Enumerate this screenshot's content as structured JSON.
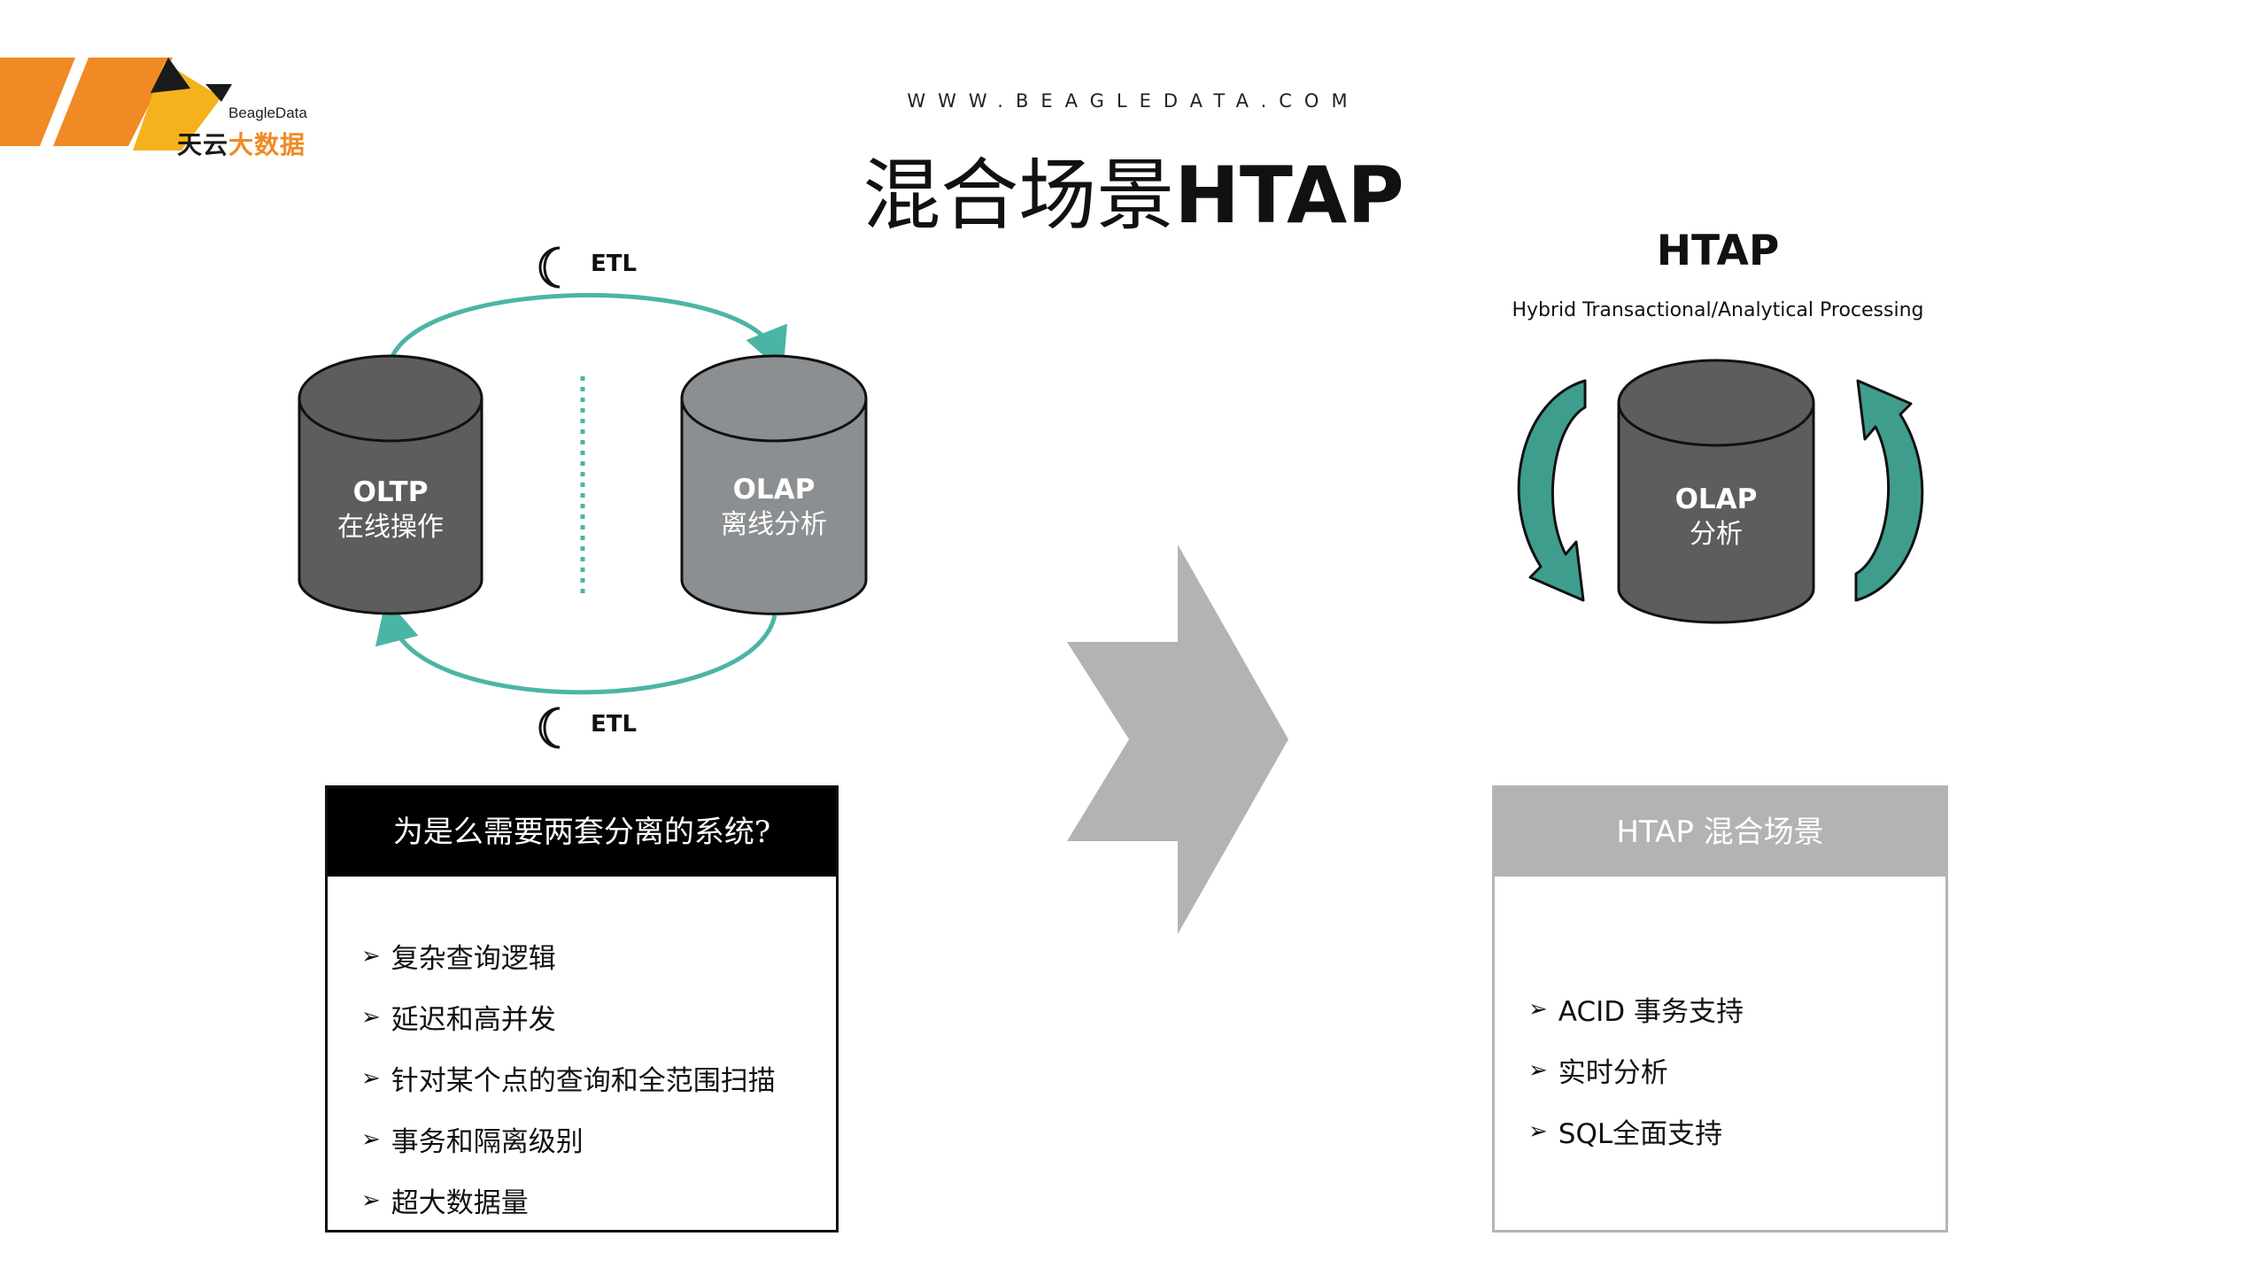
{
  "logo": {
    "brand_en": "BeagleData",
    "brand_cn_part1": "天云",
    "brand_cn_part2": "大数据",
    "colors": {
      "orange": "#f08a24",
      "dark": "#1a1a1a",
      "cn_text1": "#1a1a1a",
      "cn_text2": "#f08a24"
    }
  },
  "website": "WWW.BEAGLEDATA.COM",
  "title": {
    "cn": "混合场景",
    "en": "HTAP"
  },
  "left_diagram": {
    "etl_top": "ETL",
    "etl_bottom": "ETL",
    "moon_icon": "crescent-moon-icon",
    "oltp": {
      "line1": "OLTP",
      "line2": "在线操作",
      "color": "#5d5d5d"
    },
    "olap": {
      "line1": "OLAP",
      "line2": "离线分析",
      "color": "#8c8f91"
    },
    "arrow_color": "#4bb5a5"
  },
  "big_arrow_color": "#b3b3b3",
  "right_diagram": {
    "title": "HTAP",
    "subtitle": "Hybrid Transactional/Analytical Processing",
    "olap": {
      "line1": "OLAP",
      "line2": "分析",
      "color": "#5d5d5d"
    },
    "arrow_color": "#3f9d8e"
  },
  "left_box": {
    "header": "为是么需要两套分离的系统?",
    "items": [
      "复杂查询逻辑",
      "延迟和高并发",
      "针对某个点的查询和全范围扫描",
      "事务和隔离级别",
      "超大数据量"
    ]
  },
  "right_box": {
    "header": "HTAP 混合场景",
    "items": [
      "ACID 事务支持",
      "实时分析",
      "SQL全面支持"
    ]
  }
}
